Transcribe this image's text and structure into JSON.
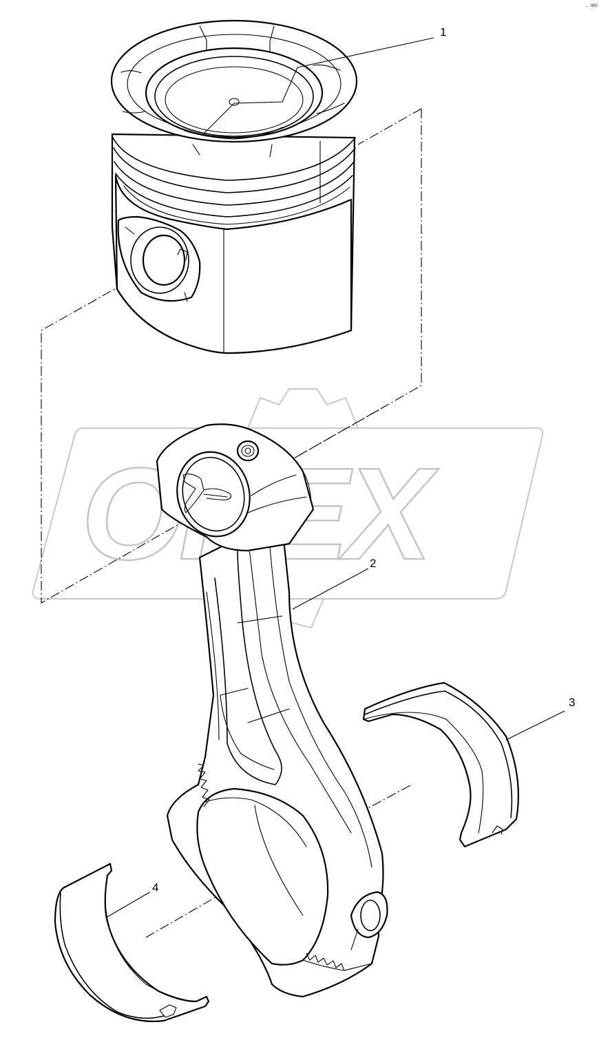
{
  "watermark": {
    "text": "OPEX",
    "color": "#c4c4c4"
  },
  "corner_mark": "← 000",
  "callouts": [
    {
      "number": "1",
      "part": "piston"
    },
    {
      "number": "2",
      "part": "connecting-rod"
    },
    {
      "number": "3",
      "part": "bearing-shell-upper"
    },
    {
      "number": "4",
      "part": "bearing-shell-lower"
    }
  ]
}
